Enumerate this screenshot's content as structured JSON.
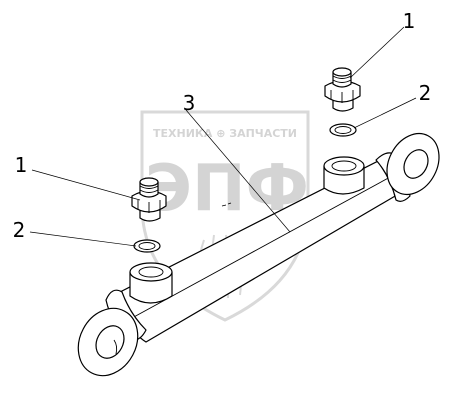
{
  "watermark": {
    "top_text": "ТЕХНИКА ⊕ ЗАПЧАСТИ",
    "logo_text": "ЭПФ"
  },
  "callouts": {
    "fitting_upper": "1",
    "fitting_lower": "1",
    "washer_upper": "2",
    "washer_lower": "2",
    "cylinder": "3"
  }
}
